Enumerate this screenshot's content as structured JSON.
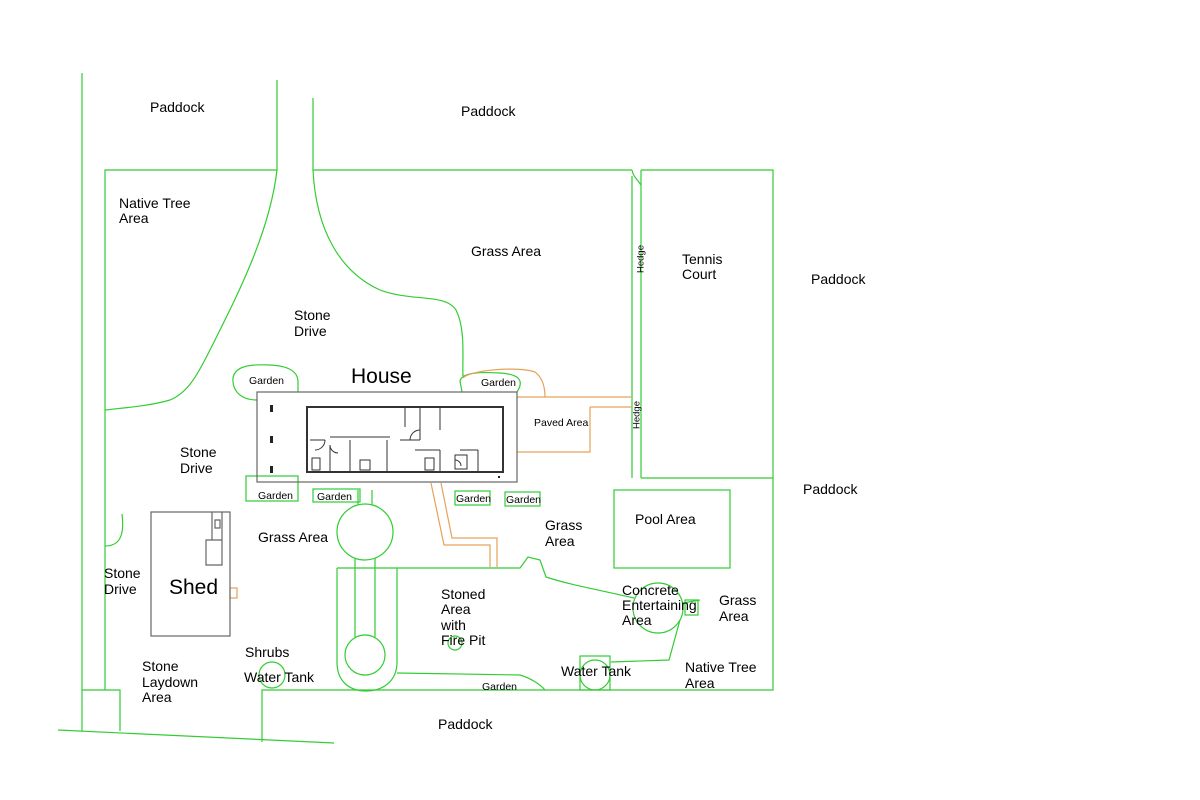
{
  "colors": {
    "boundary": "#33cc33",
    "path": "#e6a25a",
    "building": "#666666",
    "text": "#000000"
  },
  "labels": {
    "paddock_nw": "Paddock",
    "paddock_n": "Paddock",
    "paddock_e": "Paddock",
    "paddock_se": "Paddock",
    "paddock_s": "Paddock",
    "native_tree_nw": [
      "Native Tree",
      "Area"
    ],
    "grass_area_n": "Grass Area",
    "hedge_upper": "Hedge",
    "hedge_lower": "Hedge",
    "tennis_court": [
      "Tennis",
      "Court"
    ],
    "stone_drive_n": [
      "Stone",
      "Drive"
    ],
    "house": "House",
    "garden_nw": "Garden",
    "garden_ne": "Garden",
    "paved_area": "Paved Area",
    "stone_drive_w": [
      "Stone",
      "Drive"
    ],
    "garden_sw": "Garden",
    "garden_s1": "Garden",
    "garden_s2": "Garden",
    "garden_s3": "Garden",
    "pool_area": "Pool Area",
    "grass_area_c": [
      "Grass",
      "Area"
    ],
    "grass_area_w": "Grass Area",
    "stone_drive_sw": [
      "Stone",
      "Drive"
    ],
    "shed": "Shed",
    "stoned_area": [
      "Stoned",
      "Area",
      "with",
      "Fire Pit"
    ],
    "concrete_area": [
      "Concrete",
      "Entertaining",
      "Area"
    ],
    "grass_area_e": [
      "Grass",
      "Area"
    ],
    "shrubs": "Shrubs",
    "water_tank_w": "Water Tank",
    "stone_laydown": [
      "Stone",
      "Laydown",
      "Area"
    ],
    "native_tree_se": [
      "Native Tree",
      "Area"
    ],
    "water_tank_e": "Water Tank",
    "garden_bottom": "Garden"
  }
}
